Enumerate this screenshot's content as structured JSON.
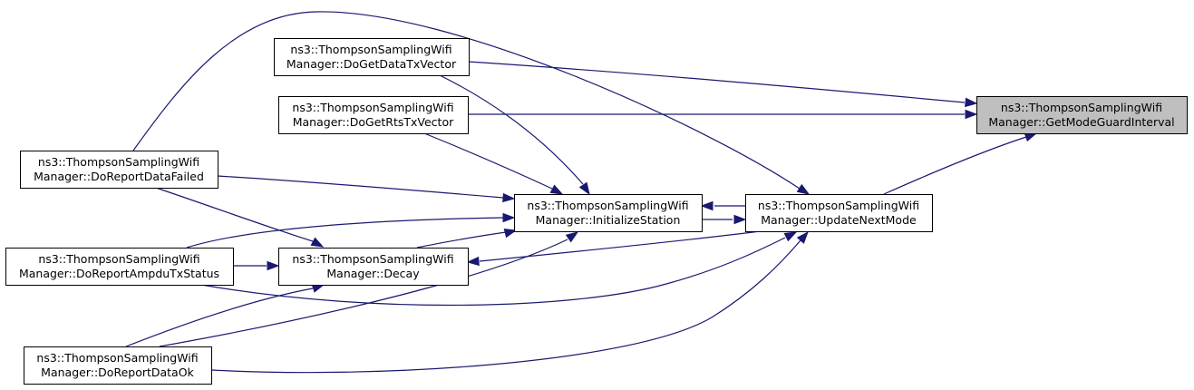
{
  "graph": {
    "nodes": [
      {
        "id": "getmodeguardinterval",
        "line1": "ns3::ThompsonSamplingWifi",
        "line2": "Manager::GetModeGuardInterval",
        "highlight": true
      },
      {
        "id": "dogetdatatxvector",
        "line1": "ns3::ThompsonSamplingWifi",
        "line2": "Manager::DoGetDataTxVector",
        "highlight": false
      },
      {
        "id": "dogetrtstxvector",
        "line1": "ns3::ThompsonSamplingWifi",
        "line2": "Manager::DoGetRtsTxVector",
        "highlight": false
      },
      {
        "id": "initializestation",
        "line1": "ns3::ThompsonSamplingWifi",
        "line2": "Manager::InitializeStation",
        "highlight": false
      },
      {
        "id": "updatenextmode",
        "line1": "ns3::ThompsonSamplingWifi",
        "line2": "Manager::UpdateNextMode",
        "highlight": false
      },
      {
        "id": "doreportdatafailed",
        "line1": "ns3::ThompsonSamplingWifi",
        "line2": "Manager::DoReportDataFailed",
        "highlight": false
      },
      {
        "id": "doreportampdutxstatus",
        "line1": "ns3::ThompsonSamplingWifi",
        "line2": "Manager::DoReportAmpduTxStatus",
        "highlight": false
      },
      {
        "id": "decay",
        "line1": "ns3::ThompsonSamplingWifi",
        "line2": "Manager::Decay",
        "highlight": false
      },
      {
        "id": "doreportdataok",
        "line1": "ns3::ThompsonSamplingWifi",
        "line2": "Manager::DoReportDataOk",
        "highlight": false
      }
    ],
    "edges": [
      {
        "from": "dogetdatatxvector",
        "to": "getmodeguardinterval"
      },
      {
        "from": "dogetrtstxvector",
        "to": "getmodeguardinterval"
      },
      {
        "from": "updatenextmode",
        "to": "getmodeguardinterval"
      },
      {
        "from": "doreportdatafailed",
        "to": "updatenextmode"
      },
      {
        "from": "dogetdatatxvector",
        "to": "initializestation"
      },
      {
        "from": "dogetrtstxvector",
        "to": "initializestation"
      },
      {
        "from": "doreportdatafailed",
        "to": "initializestation"
      },
      {
        "from": "updatenextmode",
        "to": "initializestation"
      },
      {
        "from": "initializestation",
        "to": "updatenextmode"
      },
      {
        "from": "doreportampdutxstatus",
        "to": "initializestation"
      },
      {
        "from": "decay",
        "to": "initializestation"
      },
      {
        "from": "doreportdataok",
        "to": "initializestation"
      },
      {
        "from": "doreportdatafailed",
        "to": "decay"
      },
      {
        "from": "doreportampdutxstatus",
        "to": "decay"
      },
      {
        "from": "updatenextmode",
        "to": "decay"
      },
      {
        "from": "doreportdataok",
        "to": "decay"
      },
      {
        "from": "doreportampdutxstatus",
        "to": "updatenextmode"
      },
      {
        "from": "doreportdataok",
        "to": "updatenextmode"
      }
    ]
  },
  "colors": {
    "edge": "#191970",
    "node_border": "#000000",
    "node_fill": "#ffffff",
    "highlight_fill": "#bfbfbf"
  }
}
